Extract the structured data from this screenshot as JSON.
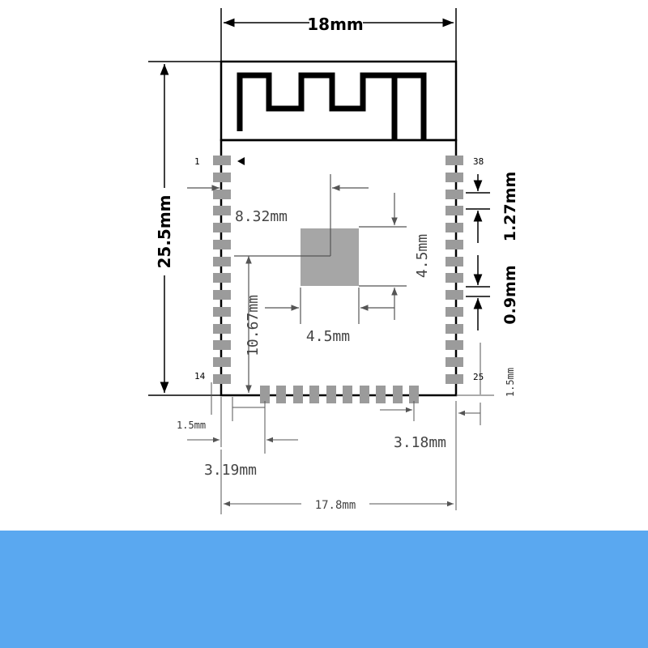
{
  "colors": {
    "background": "#ffffff",
    "line": "#000000",
    "dim_line": "#555555",
    "pad": "#9b9b9b",
    "thermal_pad": "#a6a6a6",
    "bottom_band": "#5aa8f0"
  },
  "pins": {
    "first_label": "1",
    "left_last_label": "14",
    "right_first_label": "25",
    "last_label": "38",
    "left_count": 14,
    "right_count": 14,
    "bottom_count": 10
  },
  "dimensions": {
    "width_top": "18mm",
    "height_left": "25.5mm",
    "pitch": "1.27mm",
    "pad_width": "0.9mm",
    "pad_offset_right": "1.5mm",
    "pad_offset_left": "1.5mm",
    "thermal_x_offset": "8.32mm",
    "thermal_y_offset": "10.67mm",
    "thermal_height": "4.5mm",
    "thermal_width": "4.5mm",
    "bottom_left_gap": "3.19mm",
    "bottom_right_gap": "3.18mm",
    "width_bottom": "17.8mm"
  }
}
